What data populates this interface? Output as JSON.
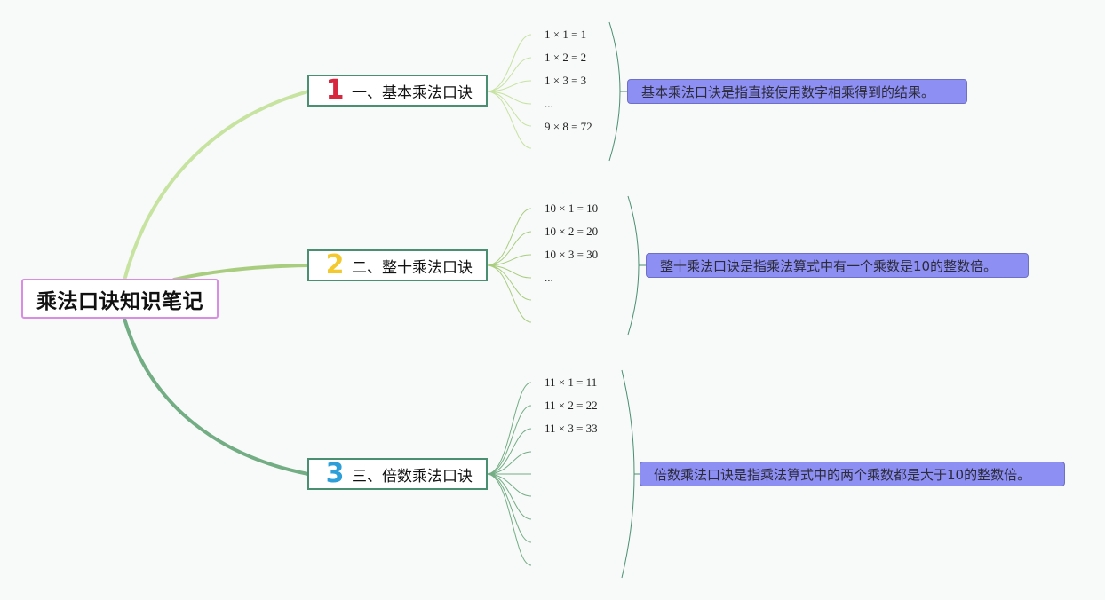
{
  "root": {
    "label": "乘法口诀知识笔记"
  },
  "topics": [
    {
      "number": "1",
      "number_color": "#d7263d",
      "label": "一、基本乘法口诀",
      "branch_color": "#c6e3a0",
      "leaves": [
        "1 × 1 = 1",
        "1 × 2 = 2",
        "1 × 3 = 3",
        "...",
        "9 × 8 = 72",
        ""
      ],
      "note": "基本乘法口诀是指直接使用数字相乘得到的结果。"
    },
    {
      "number": "2",
      "number_color": "#f3c92e",
      "label": "二、整十乘法口诀",
      "branch_color": "#a9cd7e",
      "leaves": [
        "10 × 1 = 10",
        "10 × 2 = 20",
        "10 × 3 = 30",
        "...",
        "",
        ""
      ],
      "note": "整十乘法口诀是指乘法算式中有一个乘数是10的整数倍。"
    },
    {
      "number": "3",
      "number_color": "#2d9fd8",
      "label": "三、倍数乘法口诀",
      "branch_color": "#73ad84",
      "leaves": [
        "11 × 1 = 11",
        "11 × 2 = 22",
        "11 × 3 = 33",
        "",
        "",
        "",
        "",
        "",
        ""
      ],
      "note": "倍数乘法口诀是指乘法算式中的两个乘数都是大于10的整数倍。"
    }
  ]
}
